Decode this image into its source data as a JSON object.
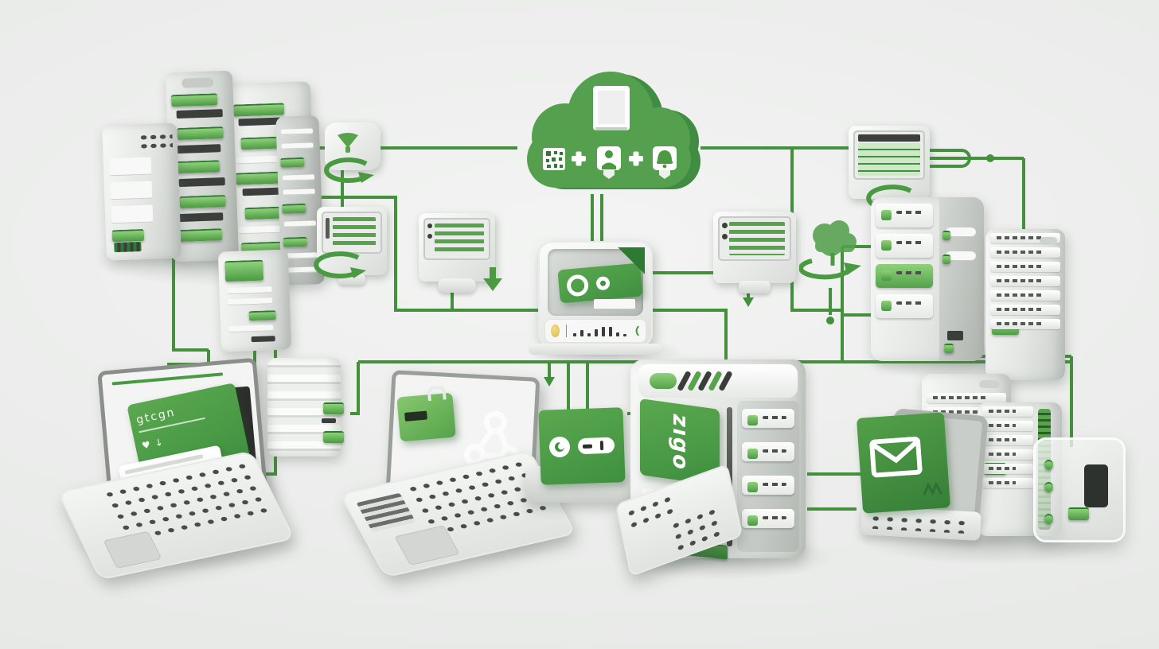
{
  "palette": {
    "background": "#ecedec",
    "line_green": "#43913b",
    "green": "#4a9a42",
    "green_light": "#8fd17b",
    "green_dark": "#2f7a33",
    "cloud_green": "#55a04e",
    "cloud_shadow_green": "#3f8c42",
    "device_light": "#f5f6f5",
    "device_mid": "#d8dbd9",
    "device_dark": "#9aa09b",
    "key_dark": "#474c47",
    "accent_yellow": "#e7c85c",
    "accent_red": "#c0392b",
    "screen_dark": "#2d2f2d"
  },
  "labels": {
    "zigo": "zıgo",
    "laptop_card": "gtcgn",
    "laptop_card_sub": "♥ ↓"
  },
  "cloud": {
    "top_icon": "document",
    "icon_row": [
      "qr-code",
      "plus",
      "user-shield",
      "plus",
      "bell-shield"
    ]
  },
  "diagram": {
    "type": "network-infrastructure-illustration",
    "style": "isometric green-and-gray 3d render",
    "nodes": [
      {
        "id": "server-cluster",
        "type": "server-rack-group"
      },
      {
        "id": "storage-tower-small",
        "type": "server-tower"
      },
      {
        "id": "storage-tower-white",
        "type": "server-tower"
      },
      {
        "id": "laptop-gtcgn",
        "type": "laptop",
        "label": "gtcgn"
      },
      {
        "id": "wifi-hub",
        "type": "access-point",
        "badge": "refresh"
      },
      {
        "id": "monitor-refresh",
        "type": "monitor",
        "badge": "refresh"
      },
      {
        "id": "monitor-download",
        "type": "monitor",
        "badge": "download"
      },
      {
        "id": "cloud-hub",
        "type": "cloud",
        "icons": [
          "qr-code",
          "plus",
          "user",
          "plus",
          "bell"
        ]
      },
      {
        "id": "gateway-console",
        "type": "controller"
      },
      {
        "id": "monitor-status",
        "type": "monitor",
        "badge": "download"
      },
      {
        "id": "cloud-sync",
        "type": "cloud-tree",
        "badge": "sync"
      },
      {
        "id": "monitor-table",
        "type": "monitor",
        "badge": "refresh"
      },
      {
        "id": "server-tower-a",
        "type": "server-tower"
      },
      {
        "id": "server-tower-b",
        "type": "server-tower"
      },
      {
        "id": "laptop-secure",
        "type": "laptop"
      },
      {
        "id": "card-reader",
        "type": "dock-device"
      },
      {
        "id": "zigo-server",
        "type": "server-tower",
        "label": "zıgo"
      },
      {
        "id": "keypad",
        "type": "keypad"
      },
      {
        "id": "mail-workstation",
        "type": "monitor",
        "icon": "envelope"
      },
      {
        "id": "server-stack-a",
        "type": "server-stack"
      },
      {
        "id": "server-stack-b",
        "type": "server-stack"
      },
      {
        "id": "glass-appliance",
        "type": "appliance"
      }
    ],
    "connections": [
      [
        "server-cluster",
        "cloud-hub"
      ],
      [
        "cloud-hub",
        "monitor-table"
      ],
      [
        "monitor-table",
        "server-tower-a"
      ],
      [
        "cloud-hub",
        "gateway-console"
      ],
      [
        "wifi-hub",
        "monitor-refresh"
      ],
      [
        "monitor-refresh",
        "gateway-console"
      ],
      [
        "monitor-download",
        "gateway-console"
      ],
      [
        "gateway-console",
        "monitor-status"
      ],
      [
        "gateway-console",
        "main-bus"
      ],
      [
        "cloud-sync",
        "main-bus"
      ],
      [
        "main-bus",
        "storage-tower-white"
      ],
      [
        "main-bus",
        "laptop-secure"
      ],
      [
        "main-bus",
        "card-reader"
      ],
      [
        "main-bus",
        "zigo-server"
      ],
      [
        "main-bus",
        "glass-appliance"
      ],
      [
        "server-tower-a",
        "server-tower-b"
      ],
      [
        "zigo-server",
        "mail-workstation"
      ],
      [
        "zigo-server",
        "server-stack-a"
      ],
      [
        "server-cluster",
        "laptop-gtcgn"
      ],
      [
        "storage-tower-white",
        "laptop-gtcgn"
      ]
    ]
  }
}
